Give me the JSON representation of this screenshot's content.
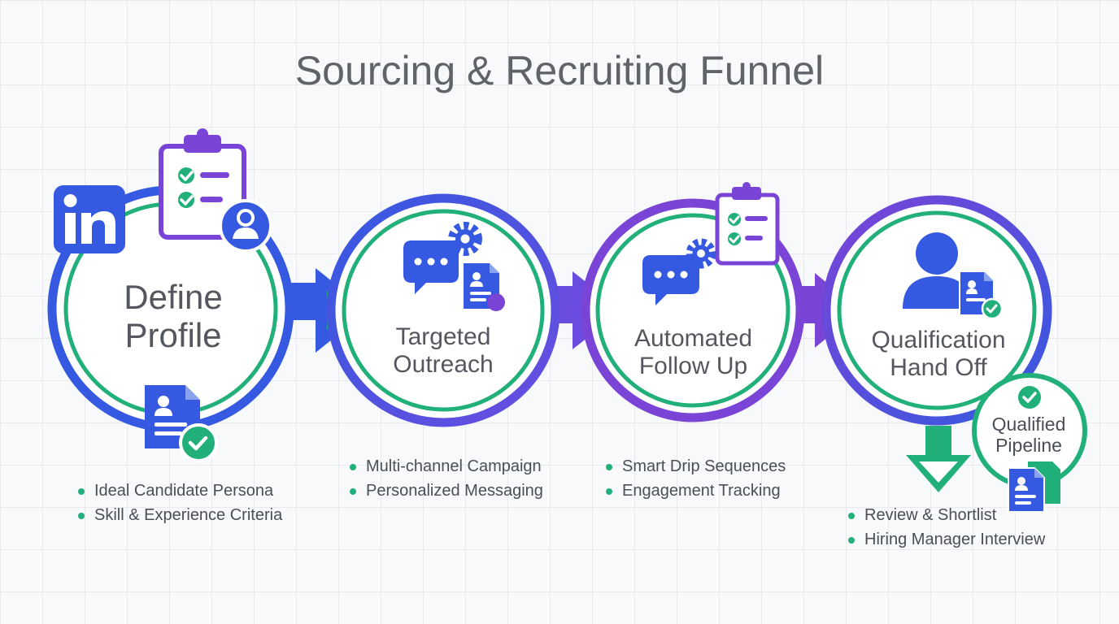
{
  "title": "Sourcing & Recruiting Funnel",
  "colors": {
    "blue": "#3559e0",
    "purple": "#7a44d6",
    "green": "#22b07a",
    "text": "#54585e"
  },
  "stages": [
    {
      "line1": "Define",
      "line2": "Profile",
      "icons": [
        "linkedin-icon",
        "checklist-clipboard-icon",
        "user-avatar-icon",
        "resume-document-icon",
        "check-badge-icon"
      ],
      "bullets": [
        "Ideal Candidate Persona",
        "Skill & Experience Criteria"
      ]
    },
    {
      "line1": "Targeted",
      "line2": "Outreach",
      "icons": [
        "chat-bubble-icon",
        "gear-icon",
        "resume-document-icon"
      ],
      "bullets": [
        "Multi-channel Campaign",
        "Personalized Messaging"
      ]
    },
    {
      "line1": "Automated",
      "line2": "Follow Up",
      "icons": [
        "chat-bubble-icon",
        "gear-icon",
        "checklist-clipboard-icon"
      ],
      "bullets": [
        "Smart Drip Sequences",
        "Engagement Tracking"
      ]
    },
    {
      "line1": "Qualification",
      "line2": "Hand Off",
      "icons": [
        "person-icon",
        "resume-document-icon",
        "check-badge-icon",
        "down-arrow-icon"
      ],
      "bullets": [
        "Review & Shortlist",
        "Hiring Manager Interview"
      ]
    }
  ],
  "pipeline": {
    "line1": "Qualified",
    "line2": "Pipeline"
  }
}
